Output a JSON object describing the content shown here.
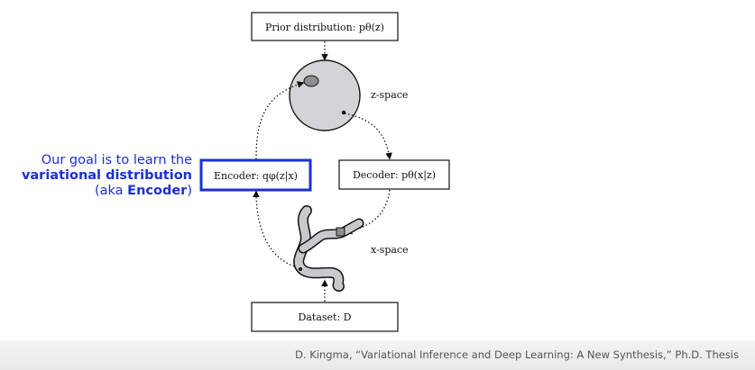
{
  "diagram": {
    "prior_box": "Prior distribution: pθ(z)",
    "z_space_label": "z-space",
    "encoder_box": "Encoder: qφ(z|x)",
    "decoder_box": "Decoder: pθ(x|z)",
    "x_space_label": "x-space",
    "dataset_box": "Dataset: D",
    "encoder_highlight_color": "#1c2fd6"
  },
  "annotation": {
    "line1": "Our goal is to learn the",
    "line2_bold": "variational distribution",
    "line3_prefix": "(aka ",
    "line3_bold": "Encoder",
    "line3_suffix": ")"
  },
  "footer": {
    "citation": "D. Kingma, “Variational Inference and Deep Learning: A New Synthesis,” Ph.D. Thesis"
  }
}
